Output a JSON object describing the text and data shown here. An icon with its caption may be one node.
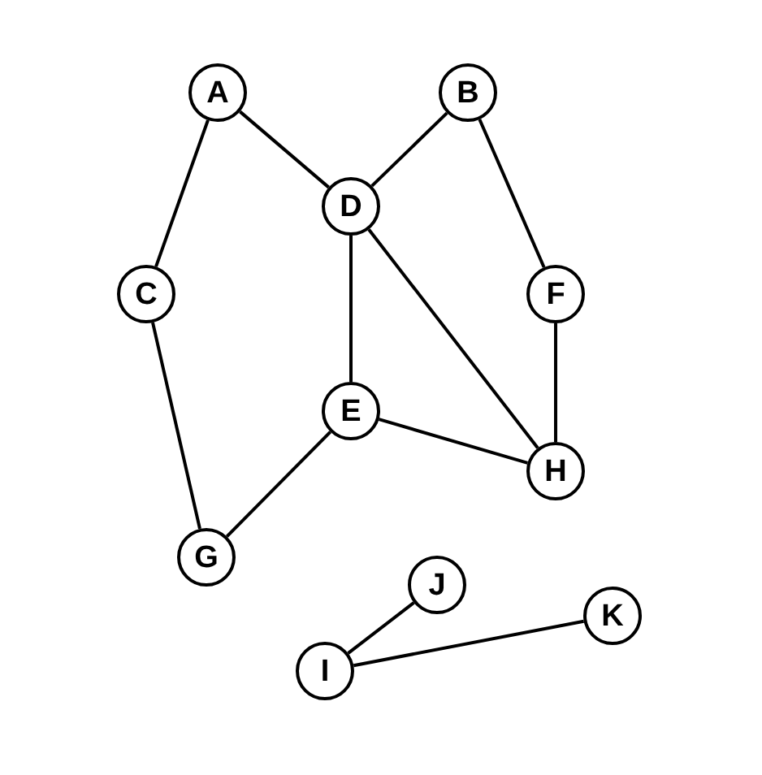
{
  "diagram": {
    "nodes": [
      {
        "text": [
          "A"
        ]
      },
      {
        "text": [
          "B"
        ]
      },
      {
        "text": [
          "D"
        ]
      },
      {
        "text": [
          "C"
        ]
      },
      {
        "text": [
          "F"
        ]
      },
      {
        "text": [
          "E"
        ]
      },
      {
        "text": [
          "H"
        ]
      },
      {
        "text": [
          "G"
        ]
      },
      {
        "text": [
          "J"
        ]
      },
      {
        "text": [
          "K"
        ]
      },
      {
        "text": [
          "I"
        ]
      }
    ],
    "edges": [
      {
        "from": 0,
        "to": 2,
        "arrow": "none"
      },
      {
        "from": 0,
        "to": 3,
        "arrow": "none"
      },
      {
        "from": 1,
        "to": 2,
        "arrow": "none"
      },
      {
        "from": 1,
        "to": 4,
        "arrow": "none"
      },
      {
        "from": 2,
        "to": 5,
        "arrow": "none"
      },
      {
        "from": 2,
        "to": 6,
        "arrow": "none"
      },
      {
        "from": 4,
        "to": 6,
        "arrow": "none"
      },
      {
        "from": 5,
        "to": 6,
        "arrow": "none"
      },
      {
        "from": 5,
        "to": 7,
        "arrow": "none"
      },
      {
        "from": 3,
        "to": 7,
        "arrow": "none"
      },
      {
        "from": 10,
        "to": 8,
        "arrow": "none"
      },
      {
        "from": 10,
        "to": 9,
        "arrow": "none"
      }
    ]
  }
}
